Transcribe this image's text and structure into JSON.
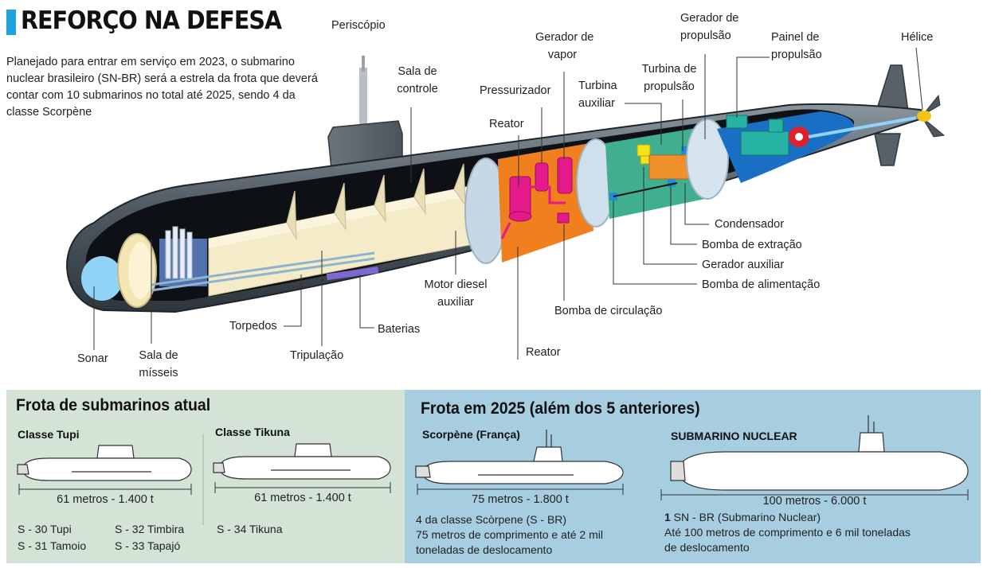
{
  "header": {
    "title": "REFORÇO NA DEFESA",
    "intro": "Planejado para entrar em serviço em 2023, o submarino nuclear brasileiro (SN-BR) será a estrela da frota que deverá contar com 10 submarinos no total até 2025, sendo 4 da classe Scorpène"
  },
  "labels": {
    "periscopio": "Periscópio",
    "sala_controle_1": "Sala de",
    "sala_controle_2": "controle",
    "pressurizador": "Pressurizador",
    "gerador_vapor_1": "Gerador de",
    "gerador_vapor_2": "vapor",
    "reator_top": "Reator",
    "turbina_aux_1": "Turbina",
    "turbina_aux_2": "auxiliar",
    "turbina_prop_1": "Turbina de",
    "turbina_prop_2": "propulsão",
    "gerador_prop_1": "Gerador de",
    "gerador_prop_2": "propulsão",
    "painel_prop_1": "Painel de",
    "painel_prop_2": "propulsão",
    "helice": "Hélice",
    "condensador": "Condensador",
    "bomba_extracao": "Bomba de extração",
    "gerador_auxiliar": "Gerador auxiliar",
    "bomba_alimentacao": "Bomba de alimentação",
    "bomba_circulacao": "Bomba de circulação",
    "reator_bottom": "Reator",
    "motor_diesel_1": "Motor diesel",
    "motor_diesel_2": "auxiliar",
    "baterias": "Baterias",
    "torpedos": "Torpedos",
    "tripulacao": "Tripulação",
    "sonar": "Sonar",
    "sala_misseis_1": "Sala de",
    "sala_misseis_2": "mísseis"
  },
  "fleet_current": {
    "heading": "Frota de submarinos atual",
    "tupi": {
      "name": "Classe Tupi",
      "dimension": "61 metros  -  1.400 t",
      "units": [
        "S - 30 Tupi",
        "S - 31 Tamoio",
        "S - 32 Timbira",
        "S - 33 Tapajó"
      ]
    },
    "tikuna": {
      "name": "Classe Tikuna",
      "dimension": "61 metros  -  1.400 t",
      "units": [
        "S - 34 Tikuna"
      ]
    }
  },
  "fleet_2025": {
    "heading": "Frota em 2025 (além dos 5 anteriores)",
    "scorpene": {
      "name": "Scorpène (França)",
      "dimension": "75 metros  -  1.800 t",
      "desc": [
        "4 da classe Scòrpene (S - BR)",
        "75 metros de comprimento e até 2 mil",
        "toneladas de deslocamento"
      ]
    },
    "nuclear": {
      "name": "SUBMARINO NUCLEAR",
      "dimension": "100 metros  -  6.000 t",
      "desc_bold": "1",
      "desc_line1": " SN - BR (Submarino Nuclear)",
      "desc": [
        "Até 100 metros de comprimento e 6 mil toneladas",
        "de deslocamento"
      ]
    }
  },
  "colors": {
    "accent": "#1fa3dc",
    "hull": "#5b6670",
    "reactor": "#f07f1e",
    "reactor_parts": "#e6198a",
    "turbine_room": "#3faf8f",
    "propulsion_room": "#1a6fc4",
    "panel_left": "#d3e3d6",
    "panel_right": "#a6cde0"
  }
}
